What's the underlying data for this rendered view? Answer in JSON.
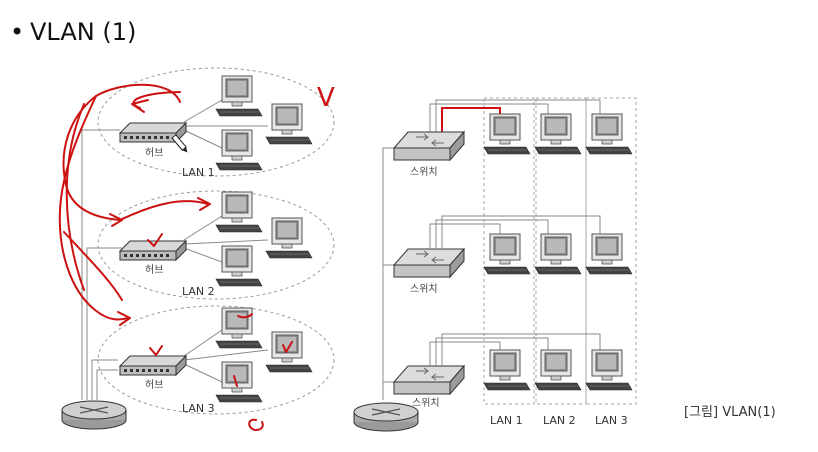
{
  "slide": {
    "bullet": "•",
    "title": "VLAN (1)",
    "caption": "[그림] VLAN(1)"
  },
  "left_diagram": {
    "hub_label": "허브",
    "lan_labels": [
      "LAN 1",
      "LAN 2",
      "LAN 3"
    ]
  },
  "right_diagram": {
    "switch_label": "스위치",
    "lan_labels": [
      "LAN 1",
      "LAN 2",
      "LAN 3"
    ]
  },
  "annotations": {
    "v_mark": "V",
    "pen_color": "#cc1111"
  }
}
